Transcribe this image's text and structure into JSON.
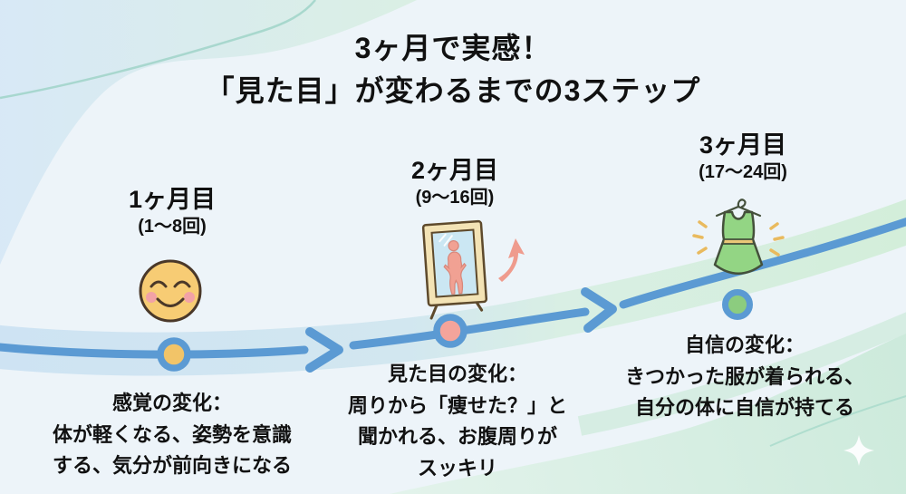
{
  "title": {
    "line1": "3ヶ月で実感！",
    "line2": "「見た目」が変わるまでの3ステップ"
  },
  "steps": [
    {
      "month": "1ヶ月目",
      "sessions": "(1〜8回)",
      "icon": "smiley-face-icon",
      "marker_color": "#F2C468",
      "lines": [
        "感覚の変化：",
        "体が軽くなる、姿勢を意識",
        "する、気分が前向きになる"
      ]
    },
    {
      "month": "2ヶ月目",
      "sessions": "(9〜16回)",
      "icon": "mirror-icon",
      "marker_color": "#F4A49B",
      "lines": [
        "見た目の変化：",
        "周りから「痩せた？」と",
        "聞かれる、お腹周りが",
        "スッキリ"
      ]
    },
    {
      "month": "3ヶ月目",
      "sessions": "(17〜24回)",
      "icon": "dress-icon",
      "marker_color": "#8CCC7F",
      "lines": [
        "自信の変化：",
        "きつかった服が着られる、",
        "自分の体に自信が持てる"
      ]
    }
  ],
  "colors": {
    "timeline_line": "#5B9AD3",
    "timeline_band_blue": "#CEE3F3",
    "timeline_band_green": "#D6EEDF",
    "text": "#111111",
    "background": "#EDF4F9"
  }
}
